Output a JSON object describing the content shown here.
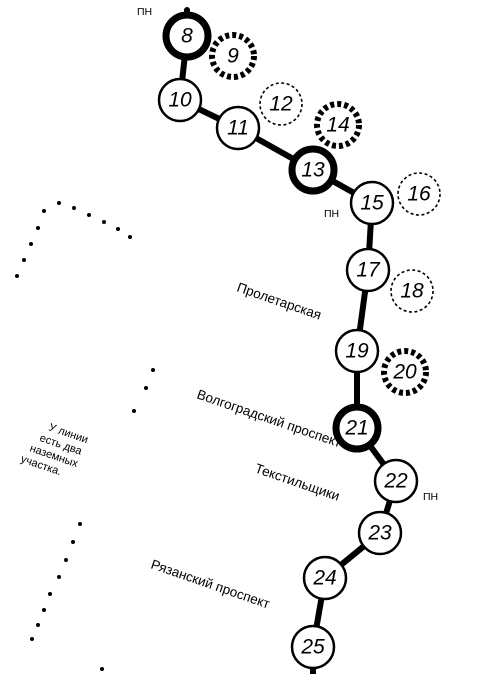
{
  "line_color": "#000000",
  "background": "#ffffff",
  "nodes": [
    {
      "num": "8",
      "type": "bold"
    },
    {
      "num": "9",
      "type": "thick-dashed"
    },
    {
      "num": "10",
      "type": "normal"
    },
    {
      "num": "11",
      "type": "normal"
    },
    {
      "num": "12",
      "type": "dashed"
    },
    {
      "num": "14",
      "type": "thick-dashed"
    },
    {
      "num": "13",
      "type": "bold"
    },
    {
      "num": "15",
      "type": "normal"
    },
    {
      "num": "16",
      "type": "dashed"
    },
    {
      "num": "17",
      "type": "normal"
    },
    {
      "num": "18",
      "type": "dashed"
    },
    {
      "num": "19",
      "type": "normal"
    },
    {
      "num": "20",
      "type": "thick-dashed"
    },
    {
      "num": "21",
      "type": "bold"
    },
    {
      "num": "22",
      "type": "normal"
    },
    {
      "num": "23",
      "type": "normal"
    },
    {
      "num": "24",
      "type": "normal"
    },
    {
      "num": "25",
      "type": "normal"
    }
  ],
  "station_labels": {
    "proletarskaya": "Пролетарская",
    "volgogradsky": "Волгоградский проспект",
    "tekstilshchiki": "Текстильщики",
    "ryazansky": "Рязанский проспект"
  },
  "pn_marks": [
    "ПН",
    "ПН",
    "ПН"
  ],
  "note_lines": [
    "У линии",
    "есть два",
    "наземных",
    "участка."
  ]
}
